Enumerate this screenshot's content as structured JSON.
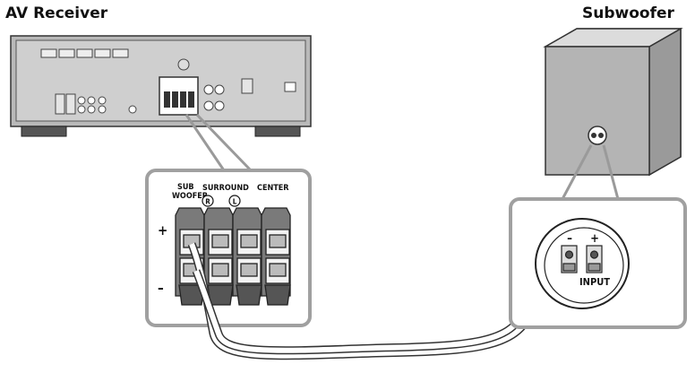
{
  "titles": {
    "receiver": "AV Receiver",
    "subwoofer": "Subwoofer"
  },
  "terminal_panel": {
    "sub_line1": "SUB",
    "sub_line2": "WOOFER",
    "surround": "SURROUND",
    "center": "CENTER",
    "surround_right": "R",
    "surround_left": "L",
    "plus": "+",
    "minus": "–"
  },
  "input_panel": {
    "minus": "–",
    "plus": "+",
    "input": "INPUT"
  },
  "colors": {
    "device": "#c9c9c9",
    "device_dark": "#8e8e8e",
    "line": "#333333",
    "callout": "#a0a0a0"
  }
}
